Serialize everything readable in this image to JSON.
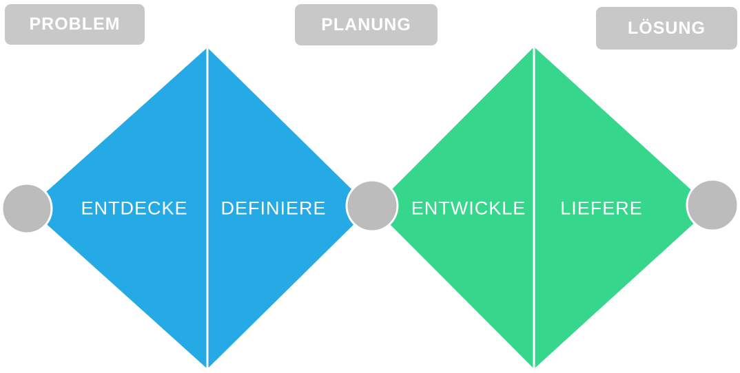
{
  "title": "Double Diamond Prozess (deutsch)",
  "colors": {
    "blue": "#25AAE6",
    "green": "#36D78C",
    "circle_gray": "#BCBCBC",
    "label_gray": "#C8C8C8",
    "text": "#FFFFFF",
    "background": "#FFFFFF"
  },
  "phases": [
    {
      "id": "problem",
      "label": "PROBLEM"
    },
    {
      "id": "planung",
      "label": "PLANUNG"
    },
    {
      "id": "loesung",
      "label": "LÖSUNG"
    }
  ],
  "diamonds": [
    {
      "id": "problem-diamond",
      "color": "#25AAE6",
      "stages": [
        {
          "id": "entdecke",
          "label": "ENTDECKE"
        },
        {
          "id": "definiere",
          "label": "DEFINIERE"
        }
      ]
    },
    {
      "id": "loesung-diamond",
      "color": "#36D78C",
      "stages": [
        {
          "id": "entwickle",
          "label": "ENTWICKLE"
        },
        {
          "id": "liefere",
          "label": "LIEFERE"
        }
      ]
    }
  ],
  "nodes": [
    {
      "id": "start-node"
    },
    {
      "id": "middle-node"
    },
    {
      "id": "end-node"
    }
  ]
}
